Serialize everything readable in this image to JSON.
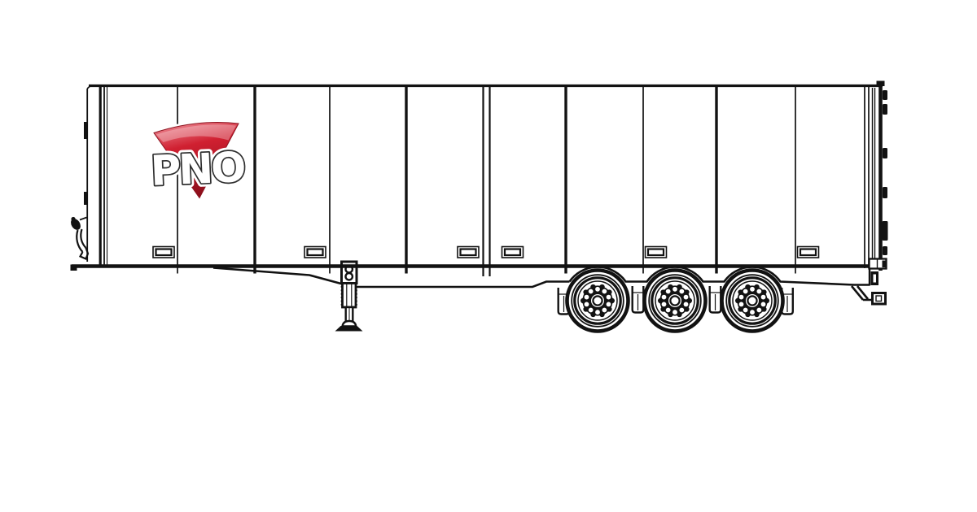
{
  "page": {
    "background_color": "#ffffff",
    "description": "Side-view technical line illustration of a curtainside semi-trailer with PNO logo, landing gear and tri-axle wheels"
  },
  "trailer": {
    "line_color": "#121212",
    "body_fill": "#ffffff",
    "panel_count": 10,
    "handle_count": 6,
    "wheel_count": 3,
    "hinge_count": 6,
    "logo": {
      "text": "PNO",
      "text_fill": "#ffffff",
      "text_outline": "#2e2e2e",
      "text_halo": "#ffffff",
      "triangle_top_color": "#ef8e98",
      "triangle_mid_color": "#d02031",
      "triangle_bottom_color": "#8e0e1b",
      "triangle_edge_color": "#8c1420"
    }
  }
}
